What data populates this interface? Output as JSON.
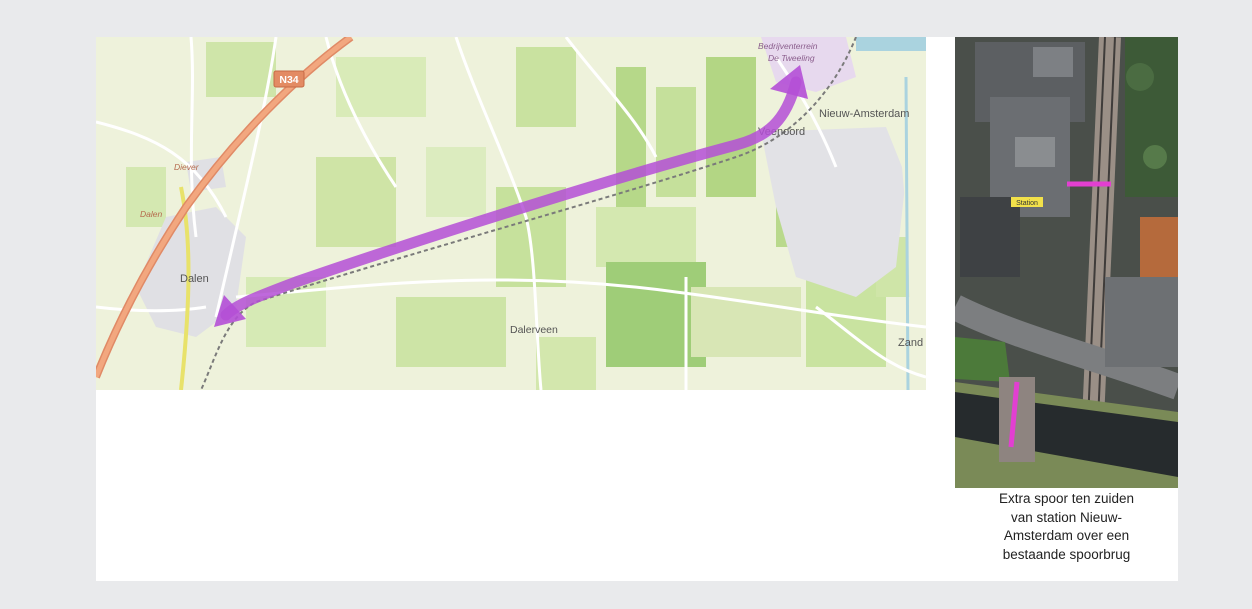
{
  "map": {
    "road_label": "N34",
    "places": {
      "dieverbrug_top": "Bedrijventerrein",
      "dieverbrug_bottom": "De Tweeling",
      "nieuw_amsterdam": "Nieuw-Amsterdam",
      "veenoord": "Veenoord",
      "dalen": "Dalen",
      "dalerveen": "Dalerveen",
      "zand": "Zand",
      "diever_1": "Diever",
      "diever_2": "Dalen"
    },
    "route_color": "#b44fd6"
  },
  "aerial": {
    "marker_color": "#e23fd1",
    "sign_label": "Station"
  },
  "caption": {
    "text": "Extra spoor ten zuiden\nvan station Nieuw-\nAmsterdam over een\nbestaande spoorbrug"
  }
}
